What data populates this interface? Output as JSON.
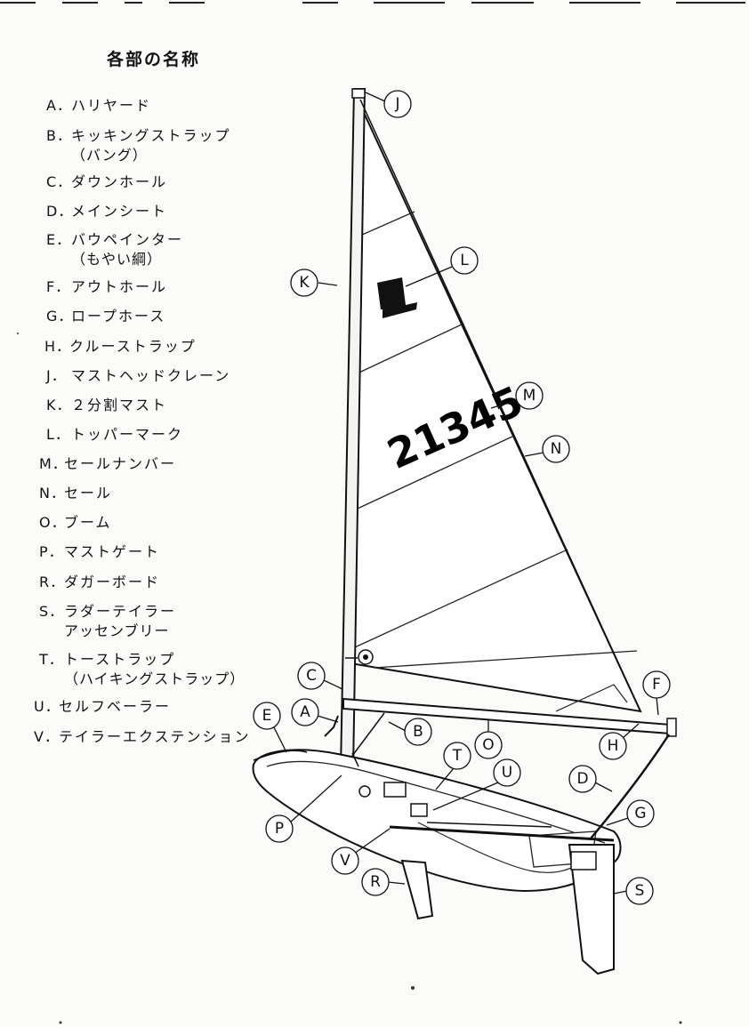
{
  "title": "各部の名称",
  "legend": [
    {
      "key": "A．",
      "text": "ハリヤード"
    },
    {
      "key": "B．",
      "text": "キッキングストラップ",
      "sub": "（バング）"
    },
    {
      "key": "C．",
      "text": "ダウンホール"
    },
    {
      "key": "D．",
      "text": "メインシート"
    },
    {
      "key": "E．",
      "text": "バウペインター",
      "sub": "（もやい綱）"
    },
    {
      "key": "F．",
      "text": "アウトホール"
    },
    {
      "key": "G．",
      "text": "ロープホース"
    },
    {
      "key": "H．",
      "text": "クルーストラップ"
    },
    {
      "key": "J．",
      "text": "マストヘッドクレーン"
    },
    {
      "key": "K．",
      "text": "２分割マスト"
    },
    {
      "key": "L．",
      "text": "トッパーマーク"
    },
    {
      "key": "M．",
      "text": "セールナンバー"
    },
    {
      "key": "N．",
      "text": "セール"
    },
    {
      "key": "O．",
      "text": "ブーム"
    },
    {
      "key": "P．",
      "text": "マストゲート"
    },
    {
      "key": "R．",
      "text": "ダガーボード"
    },
    {
      "key": "S．",
      "text": "ラダーテイラー",
      "sub": "アッセンブリー"
    },
    {
      "key": "T．",
      "text": "トーストラップ",
      "sub": "（ハイキングストラップ）"
    },
    {
      "key": "U．",
      "text": "セルフベーラー"
    },
    {
      "key": "V．",
      "text": "テイラーエクステンション"
    }
  ],
  "sail_number": "21345",
  "callouts": [
    "J",
    "K",
    "L",
    "M",
    "N",
    "C",
    "A",
    "E",
    "B",
    "O",
    "T",
    "U",
    "F",
    "H",
    "D",
    "G",
    "P",
    "V",
    "R",
    "S"
  ]
}
